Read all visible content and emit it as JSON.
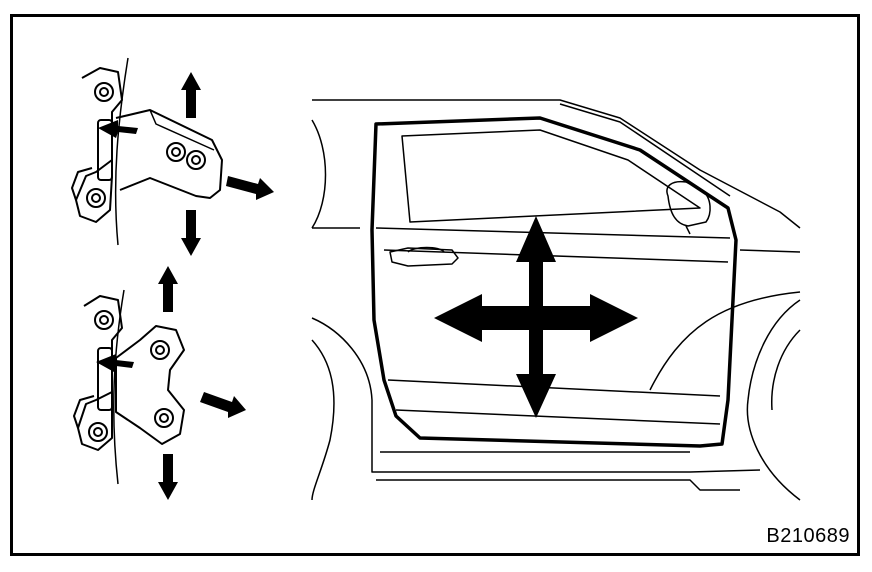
{
  "figure": {
    "code": "B210689",
    "stroke_color": "#000000",
    "background_color": "#ffffff"
  },
  "illustrations": {
    "upper_hinge": "door-hinge-upper",
    "lower_hinge": "door-hinge-lower",
    "vehicle": "vehicle-front-door-side-view"
  },
  "icons": {
    "adjust_arrows_4way": "four-way-arrow-icon",
    "adjust_arrow_up": "arrow-up-icon",
    "adjust_arrow_down": "arrow-down-icon",
    "adjust_arrow_right": "arrow-right-icon",
    "adjust_arrow_left": "arrow-left-icon"
  }
}
